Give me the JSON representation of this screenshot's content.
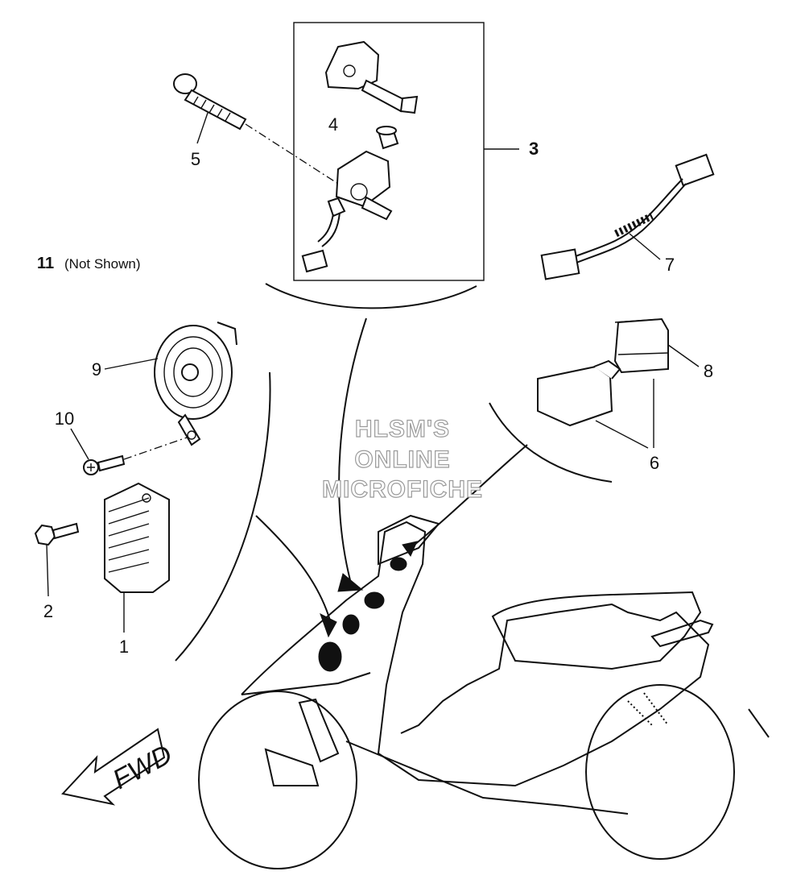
{
  "callouts": {
    "c1": "1",
    "c2": "2",
    "c3": "3",
    "c4": "4",
    "c5": "5",
    "c6": "6",
    "c7": "7",
    "c8": "8",
    "c9": "9",
    "c10": "10"
  },
  "note": {
    "number": "11",
    "text": "(Not Shown)"
  },
  "watermark": {
    "line1": "HLSM'S",
    "line2": "ONLINE",
    "line3": "MICROFICHE"
  },
  "fwd_label": "FWD"
}
